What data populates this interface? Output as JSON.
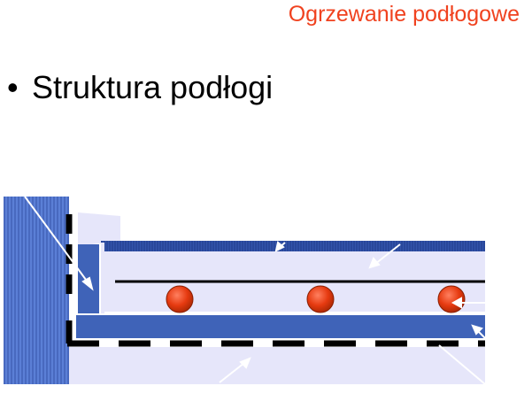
{
  "header": {
    "title": "Ogrzewanie podłogowe"
  },
  "content": {
    "bullet_symbol": "•",
    "bullet_text": "Struktura podłogi"
  },
  "diagram": {
    "colors": {
      "wall": "#5b7fd6",
      "wall_hatch": "#3a5ab0",
      "screed": "#e6e6fa",
      "insulation": "#3f63b8",
      "floor_covering": "#3354ab",
      "membrane": "#000000",
      "pipe": "#e63a10",
      "pipe_highlight": "#ff8060",
      "arrow": "#ffffff",
      "edge_strip": "#e6e6fa"
    },
    "pipe_count": 3
  }
}
